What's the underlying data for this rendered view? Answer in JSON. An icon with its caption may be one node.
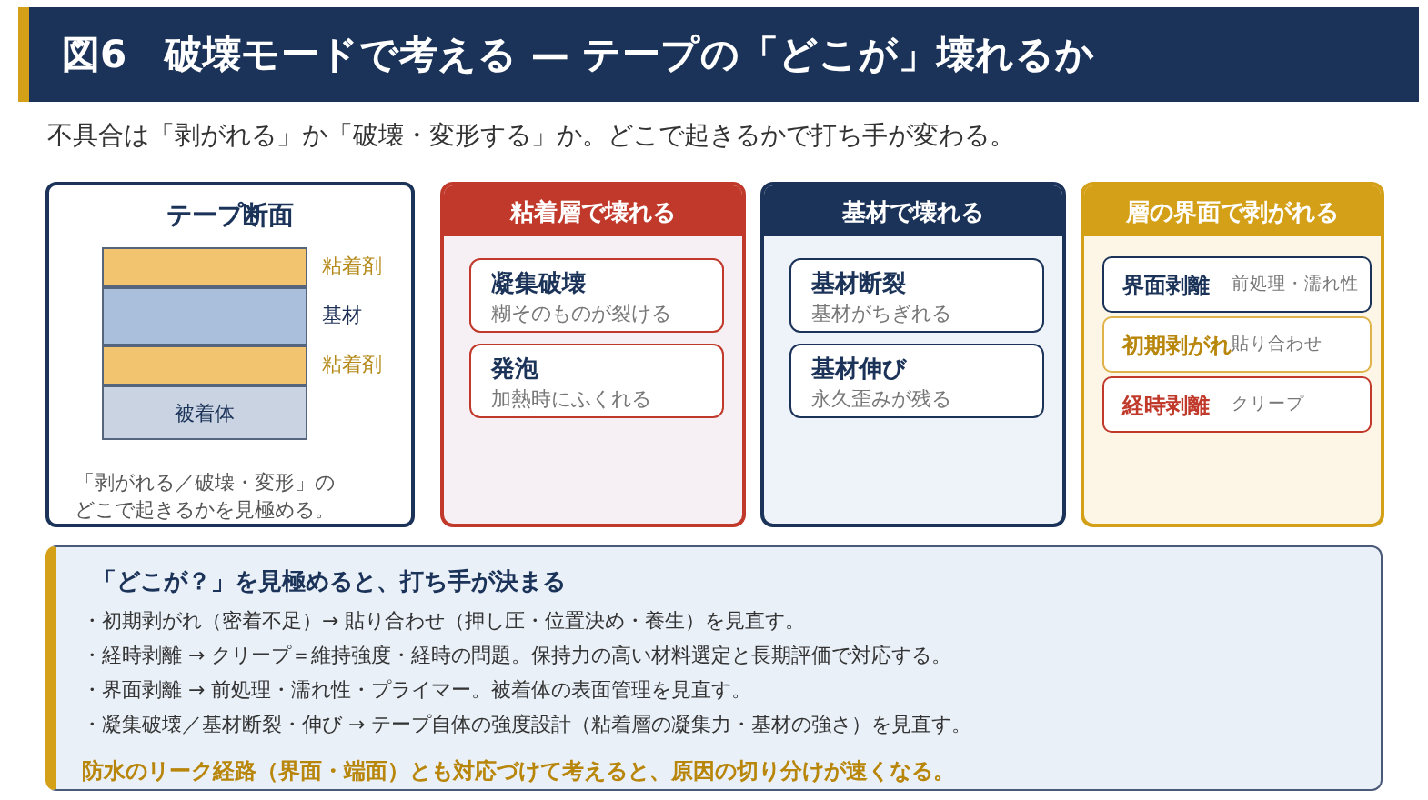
{
  "diagram": {
    "title": "図6　破壊モードで考える — テープの「どこが」壊れるか",
    "nodes": [
      {
        "text": [
          "テープ断面",
          "「剥がれる／破壊・変形」のどこで起きるかを見極める。"
        ]
      },
      {
        "text": [],
        "shape": "bar",
        "beside": [
          "粘着剤"
        ],
        "in": 0
      },
      {
        "text": [],
        "shape": "bar",
        "beside": [
          "基材"
        ],
        "in": 0
      },
      {
        "text": [],
        "shape": "bar",
        "beside": [
          "粘着剤"
        ],
        "in": 0
      },
      {
        "text": [
          "被着体"
        ],
        "in": 0
      },
      {
        "text": [
          "粘着層で壊れる"
        ]
      },
      {
        "text": [
          "凝集破壊",
          "糊そのものが裂ける"
        ],
        "in": 5
      },
      {
        "text": [
          "発泡",
          "加熱時にふくれる"
        ],
        "in": 5
      },
      {
        "text": [
          "基材で壊れる"
        ]
      },
      {
        "text": [
          "基材断裂",
          "基材がちぎれる"
        ],
        "in": 8
      },
      {
        "text": [
          "基材伸び",
          "永久歪みが残る"
        ],
        "in": 8
      },
      {
        "text": [
          "層の界面で剥がれる"
        ]
      },
      {
        "text": [
          "界面剥離",
          "前処理・濡れ性"
        ],
        "in": 11
      },
      {
        "text": [
          "初期剥がれ",
          "貼り合わせ"
        ],
        "in": 11
      },
      {
        "text": [
          "経時剥離",
          "クリープ"
        ],
        "in": 11
      },
      {
        "text": [
          "「どこが？」を見極めると、打ち手が決まる",
          "・初期剥がれ（密着不足）→ 貼り合わせ（押し圧・位置決め・養生）を見直す。",
          "・経時剥離 → クリープ＝維持強度・経時の問題。保持力の高い材料選定と長期評価で対応する。",
          "・界面剥離 → 前処理・濡れ性・プライマー。被着体の表面管理を見直す。",
          "・凝集破壊／基材断裂・伸び → テープ自体の強度設計（粘着層の凝集力・基材の強さ）を見直す。",
          "防水のリーク経路（界面・端面）とも対応づけて考えると、原因の切り分けが速くなる。"
        ]
      }
    ],
    "labels": [
      "不具合は「剥がれる」か「破壊・変形する」か。どこで起きるかで打ち手が変わる。"
    ]
  }
}
